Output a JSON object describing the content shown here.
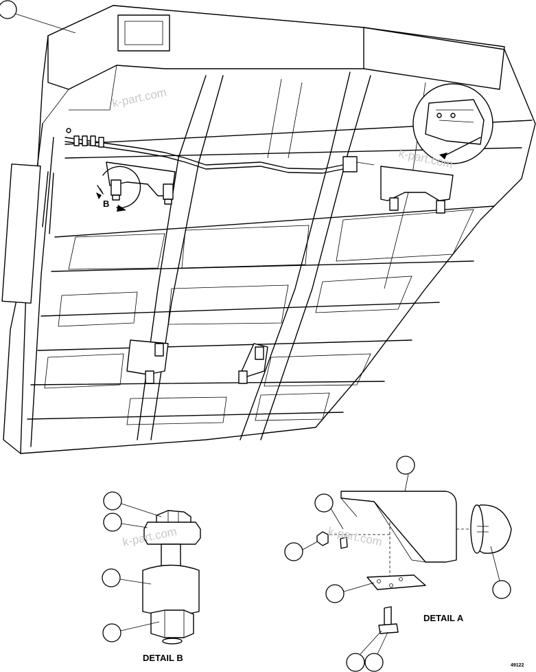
{
  "labels": {
    "view_b_marker": "B",
    "detail_a": "DETAIL A",
    "detail_b": "DETAIL B",
    "figure_number": "49122"
  },
  "watermark": "k-part.com"
}
